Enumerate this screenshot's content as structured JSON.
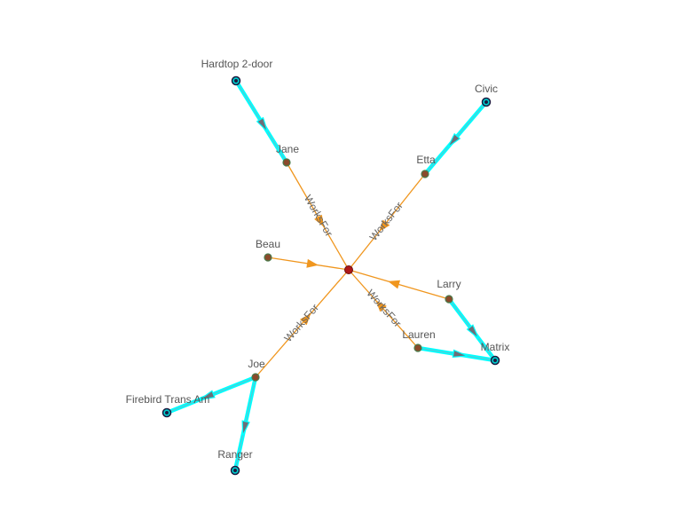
{
  "graph": {
    "colors": {
      "works_for_edge": "#F0961E",
      "owns_edge": "#00FFFF",
      "owns_arrow": "#6E6E78",
      "person_node": "#8B4A2B",
      "person_ring": "#4A7A4A",
      "car_node": "#00CCCC",
      "car_ring": "#1A1A40",
      "center_node": "#B01818",
      "label_text": "#555555"
    },
    "nodes": [
      {
        "id": "center",
        "label": "",
        "kind": "center"
      },
      {
        "id": "jane",
        "label": "Jane",
        "kind": "person"
      },
      {
        "id": "etta",
        "label": "Etta",
        "kind": "person"
      },
      {
        "id": "beau",
        "label": "Beau",
        "kind": "person"
      },
      {
        "id": "larry",
        "label": "Larry",
        "kind": "person"
      },
      {
        "id": "lauren",
        "label": "Lauren",
        "kind": "person"
      },
      {
        "id": "joe",
        "label": "Joe",
        "kind": "person"
      },
      {
        "id": "hardtop",
        "label": "Hardtop 2-door",
        "kind": "car"
      },
      {
        "id": "civic",
        "label": "Civic",
        "kind": "car"
      },
      {
        "id": "matrix",
        "label": "Matrix",
        "kind": "car"
      },
      {
        "id": "firebird",
        "label": "Firebird Trans Am",
        "kind": "car"
      },
      {
        "id": "ranger",
        "label": "Ranger",
        "kind": "car"
      }
    ],
    "edges": [
      {
        "from": "jane",
        "to": "center",
        "type": "works_for",
        "label": "WorksFor"
      },
      {
        "from": "etta",
        "to": "center",
        "type": "works_for",
        "label": "WorksFor"
      },
      {
        "from": "beau",
        "to": "center",
        "type": "works_for",
        "label": ""
      },
      {
        "from": "larry",
        "to": "center",
        "type": "works_for",
        "label": ""
      },
      {
        "from": "lauren",
        "to": "center",
        "type": "works_for",
        "label": "WorksFor"
      },
      {
        "from": "joe",
        "to": "center",
        "type": "works_for",
        "label": "WorksFor"
      },
      {
        "from": "hardtop",
        "to": "jane",
        "type": "owns",
        "label": ""
      },
      {
        "from": "civic",
        "to": "etta",
        "type": "owns",
        "label": ""
      },
      {
        "from": "larry",
        "to": "matrix",
        "type": "owns",
        "label": ""
      },
      {
        "from": "lauren",
        "to": "matrix",
        "type": "owns",
        "label": ""
      },
      {
        "from": "joe",
        "to": "firebird",
        "type": "owns",
        "label": ""
      },
      {
        "from": "joe",
        "to": "ranger",
        "type": "owns",
        "label": ""
      }
    ]
  }
}
